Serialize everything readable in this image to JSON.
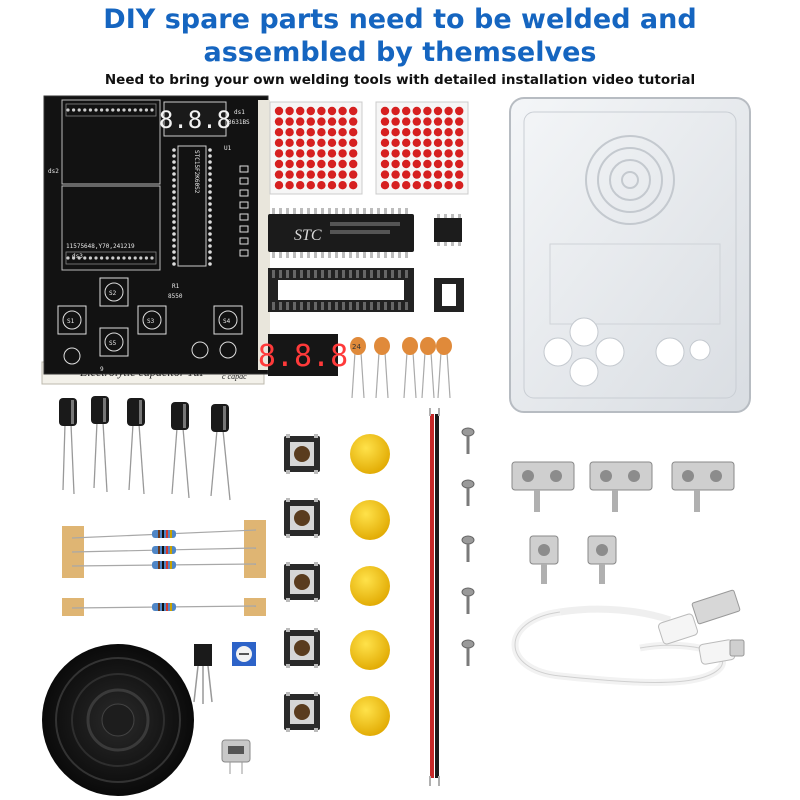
{
  "heading": {
    "line1": "DIY spare parts need to be welded and",
    "line2": "assembled by themselves",
    "subtitle": "Need to bring your own welding tools with detailed installation video tutorial"
  },
  "pcb": {
    "label_ds1": "ds1",
    "label_ds2": "ds2",
    "label_ds3": "ds3",
    "label_u1": "U1",
    "label_3631bs": "3631BS",
    "label_chip": "STC15F2K60S2",
    "label_code": "11575648,Y70,241219",
    "label_r1": "R1",
    "label_8550": "8550",
    "label_s1": "S1",
    "label_s2": "S2",
    "label_s3": "S3",
    "label_s4": "S4",
    "label_s5": "S5",
    "label_9": "9",
    "display": "8.8.8"
  },
  "chip": {
    "brand": "STC"
  },
  "display": {
    "digits": "8.8.8"
  },
  "paper_label": {
    "text": "Electrolytic capacitor 1uF",
    "extra": "c capac"
  },
  "ceramic_caps": {
    "marking": "24"
  },
  "colors": {
    "heading": "#1565c0",
    "pcb": "#111111",
    "led_red": "#d62020",
    "button_yellow": "#f2c20c",
    "wire_red": "#c62828"
  }
}
